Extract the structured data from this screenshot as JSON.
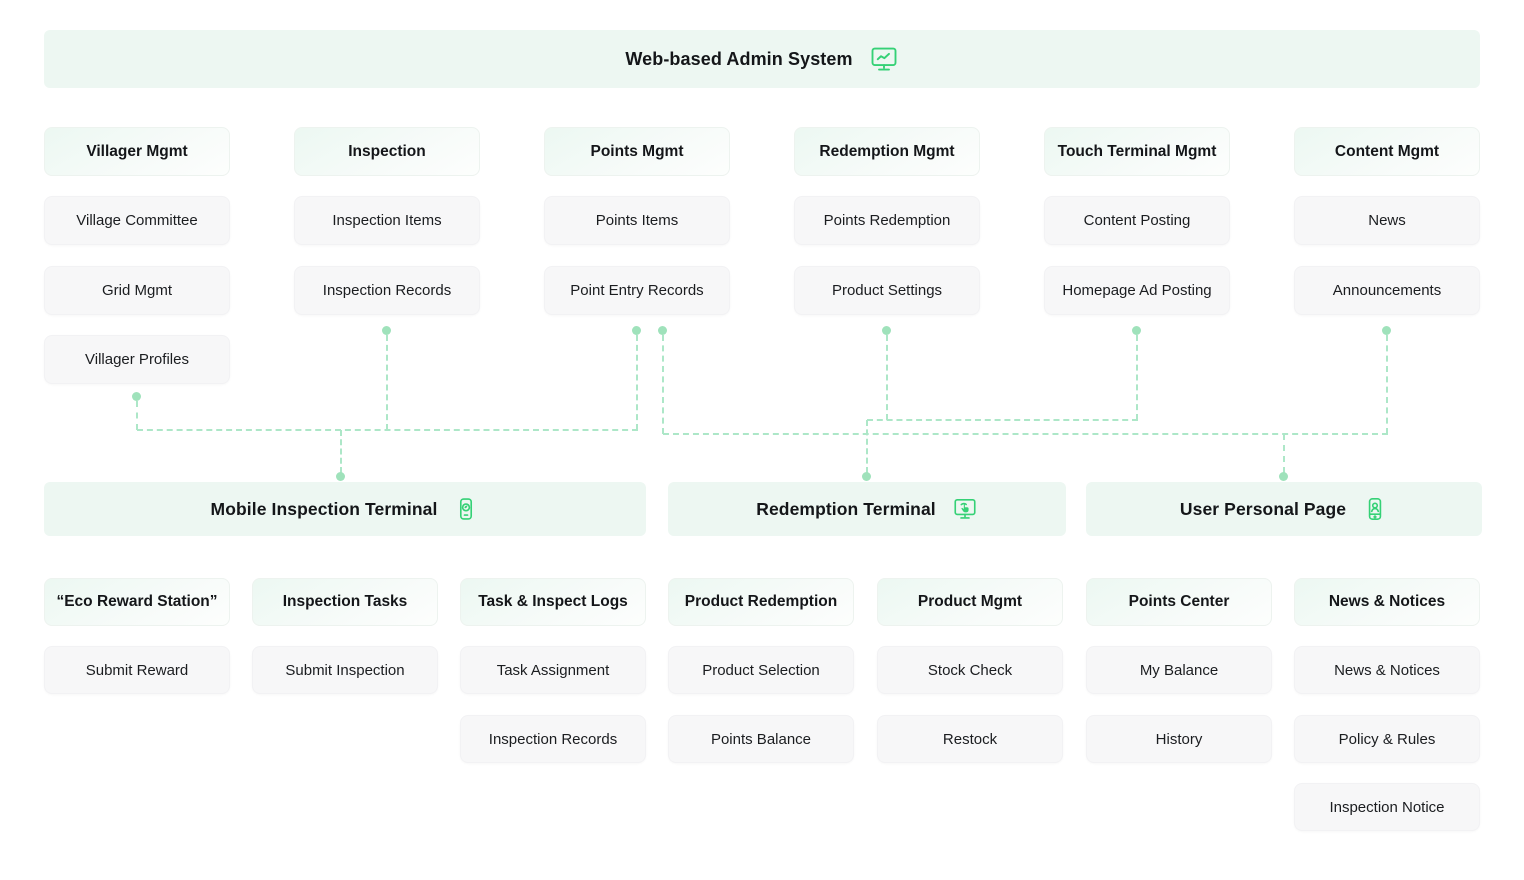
{
  "top_banner": {
    "title": "Web-based Admin System",
    "icon": "monitor-chart-icon"
  },
  "colors": {
    "accent_green": "#35d176",
    "mint_banner_bg": "#edf7f2",
    "connector_green": "#ade7c8",
    "box_gray": "#f7f7f8"
  },
  "admin_columns": [
    {
      "header": "Villager Mgmt",
      "items": [
        "Village Committee",
        "Grid Mgmt",
        "Villager Profiles"
      ]
    },
    {
      "header": "Inspection",
      "items": [
        "Inspection Items",
        "Inspection Records"
      ]
    },
    {
      "header": "Points Mgmt",
      "items": [
        "Points Items",
        "Point Entry  Records"
      ]
    },
    {
      "header": "Redemption Mgmt",
      "items": [
        "Points Redemption",
        "Product Settings"
      ]
    },
    {
      "header": "Touch Terminal Mgmt",
      "items": [
        "Content Posting",
        "Homepage Ad Posting"
      ]
    },
    {
      "header": "Content Mgmt",
      "items": [
        "News",
        "Announcements"
      ]
    }
  ],
  "terminals": [
    {
      "title": "Mobile Inspection Terminal",
      "icon": "phone-recycle-icon"
    },
    {
      "title": "Redemption Terminal",
      "icon": "touch-screen-icon"
    },
    {
      "title": "User Personal Page",
      "icon": "phone-user-icon"
    }
  ],
  "bottom_columns": [
    {
      "header": "“Eco Reward Station”",
      "items": [
        "Submit Reward"
      ]
    },
    {
      "header": "Inspection Tasks",
      "items": [
        "Submit Inspection"
      ]
    },
    {
      "header": "Task & Inspect Logs",
      "items": [
        "Task Assignment",
        "Inspection Records"
      ]
    },
    {
      "header": "Product Redemption",
      "items": [
        "Product Selection",
        "Points Balance"
      ]
    },
    {
      "header": "Product Mgmt",
      "items": [
        "Stock Check",
        "Restock"
      ]
    },
    {
      "header": "Points Center",
      "items": [
        "My Balance",
        "History"
      ]
    },
    {
      "header": "News & Notices",
      "items": [
        "News & Notices",
        "Policy & Rules",
        "Inspection Notice"
      ]
    }
  ]
}
